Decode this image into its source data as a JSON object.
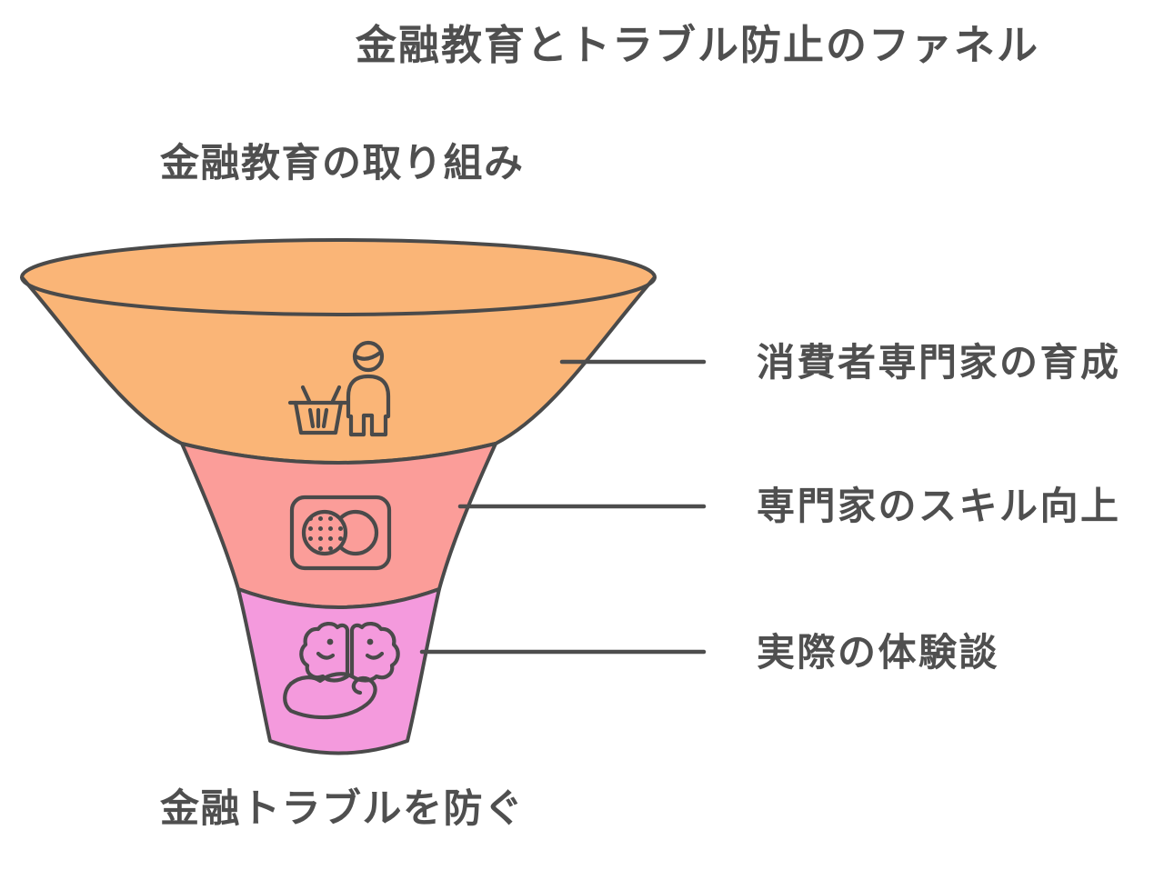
{
  "title": "金融教育とトラブル防止のファネル",
  "top_label": "金融教育の取り組み",
  "bottom_label": "金融トラブルを防ぐ",
  "funnel": {
    "stages": [
      {
        "label": "消費者専門家の育成",
        "icon": "shopper-basket-icon",
        "color": "#FAB577"
      },
      {
        "label": "専門家のスキル向上",
        "icon": "venn-circles-icon",
        "color": "#FB9D99"
      },
      {
        "label": "実際の体験談",
        "icon": "brain-hand-icon",
        "color": "#F49ADD"
      }
    ],
    "outline_color": "#4A4A4A",
    "connector_color": "#4D4D4D"
  },
  "colors": {
    "background": "#FFFFFF",
    "text": "#4F4F4F"
  }
}
